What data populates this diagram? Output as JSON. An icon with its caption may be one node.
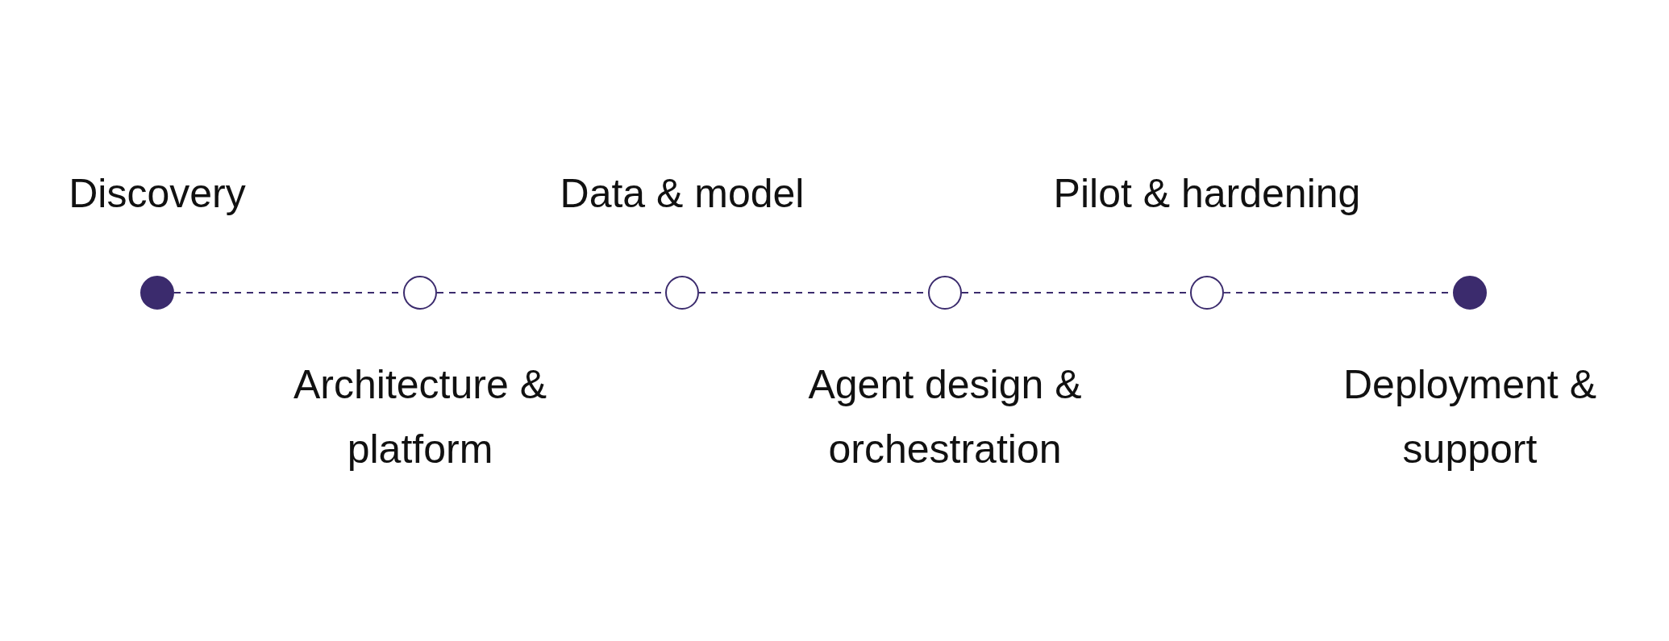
{
  "diagram": {
    "nodes": [
      {
        "text": [],
        "shape": "dot",
        "beside": [
          "Discovery"
        ]
      },
      {
        "text": [],
        "shape": "circle",
        "beside": [
          "Architecture & platform"
        ]
      },
      {
        "text": [],
        "shape": "circle",
        "beside": [
          "Data & model"
        ]
      },
      {
        "text": [],
        "shape": "circle",
        "beside": [
          "Agent design & orchestration"
        ]
      },
      {
        "text": [],
        "shape": "circle",
        "beside": [
          "Pilot & hardening"
        ]
      },
      {
        "text": [],
        "shape": "dot",
        "beside": [
          "Deployment & support"
        ]
      }
    ],
    "edges": [
      {
        "from": 0,
        "to": 1,
        "arrow": "none",
        "style": "dashed"
      },
      {
        "from": 1,
        "to": 2,
        "arrow": "none",
        "style": "dashed"
      },
      {
        "from": 2,
        "to": 3,
        "arrow": "none",
        "style": "dashed"
      },
      {
        "from": 3,
        "to": 4,
        "arrow": "none",
        "style": "dashed"
      },
      {
        "from": 4,
        "to": 5,
        "arrow": "none",
        "style": "dashed"
      }
    ]
  }
}
